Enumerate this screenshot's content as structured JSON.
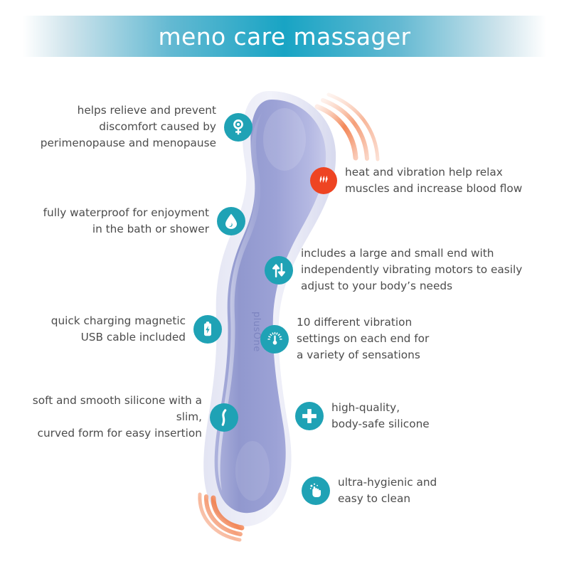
{
  "header": {
    "title": "meno care massager",
    "banner_gradient_center": "#18a4c4",
    "title_color": "#ffffff"
  },
  "product": {
    "brand_label": "plusOne",
    "body_color": "#9aa0d4",
    "highlight_color": "#c9cbe8",
    "heat_wave_color": "#f27a4e",
    "alt": "meno care massager product illustration"
  },
  "theme": {
    "icon_teal": "#1fa2b5",
    "icon_heat": "#ee4422",
    "text_gray": "#4c4c4c",
    "background": "#ffffff"
  },
  "features": {
    "left": [
      {
        "id": "relief",
        "text": "helps relieve and prevent\ndiscomfort caused by\nperimenopause and menopause",
        "icon": "female-symbol-icon",
        "icon_color": "#1fa2b5"
      },
      {
        "id": "waterproof",
        "text": "fully waterproof for enjoyment\nin the bath or shower",
        "icon": "water-drop-icon",
        "icon_color": "#1fa2b5"
      },
      {
        "id": "charging",
        "text": "quick charging magnetic\nUSB cable included",
        "icon": "battery-charge-icon",
        "icon_color": "#1fa2b5"
      },
      {
        "id": "silicone-form",
        "text": "soft and smooth silicone with a slim,\ncurved form for easy insertion",
        "icon": "curved-form-icon",
        "icon_color": "#1fa2b5"
      }
    ],
    "right": [
      {
        "id": "heat",
        "text": "heat and vibration help relax\nmuscles and increase blood flow",
        "icon": "heat-flame-icon",
        "icon_color": "#ee4422"
      },
      {
        "id": "dual-motors",
        "text": "includes a large and small end with\nindependently vibrating motors to easily\nadjust to your body’s needs",
        "icon": "up-down-arrows-icon",
        "icon_color": "#1fa2b5"
      },
      {
        "id": "settings",
        "text": "10 different vibration\nsettings on each end for\na variety of sensations",
        "icon": "vibration-gauge-icon",
        "icon_color": "#1fa2b5"
      },
      {
        "id": "body-safe",
        "text": "high-quality,\nbody-safe silicone",
        "icon": "medical-plus-icon",
        "icon_color": "#1fa2b5"
      },
      {
        "id": "hygienic",
        "text": "ultra-hygienic and\neasy to clean",
        "icon": "washing-hands-icon",
        "icon_color": "#1fa2b5"
      }
    ]
  }
}
